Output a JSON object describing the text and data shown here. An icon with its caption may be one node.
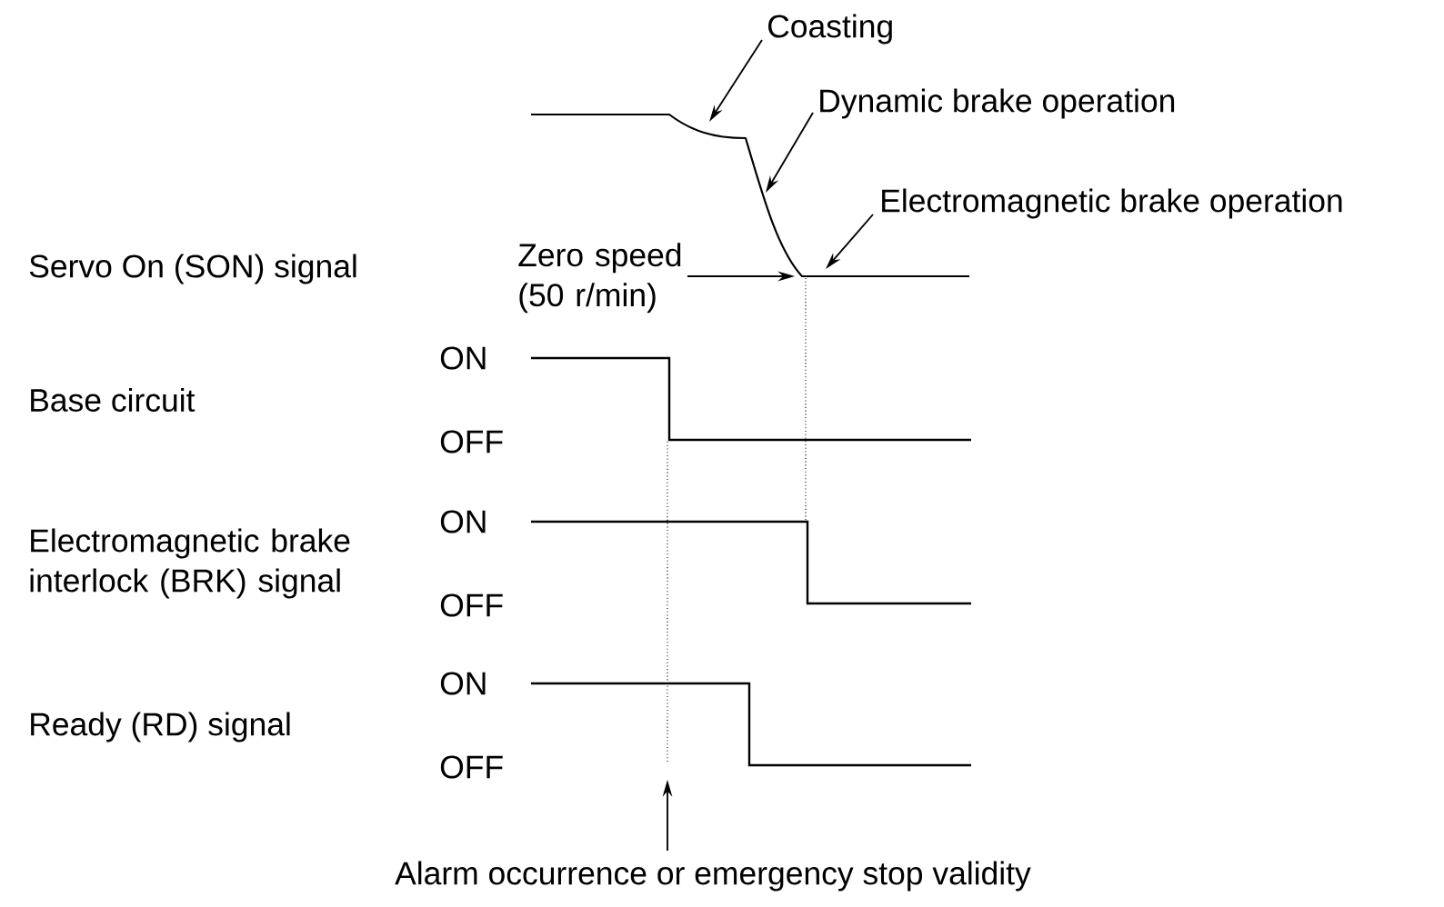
{
  "diagram": {
    "nodes": [
      {
        "text": [
          "Coasting"
        ]
      },
      {
        "text": [
          "Dynamic brake operation"
        ]
      },
      {
        "text": [
          "Electromagnetic brake operation"
        ]
      },
      {
        "text": [
          "Zero speed (50 r/min)"
        ]
      },
      {
        "text": [
          "Alarm occurrence or emergency stop validity"
        ]
      },
      {
        "text": [],
        "shape": "curve"
      }
    ],
    "edges": [
      {
        "from": 0,
        "to": 5,
        "arrow": "to"
      },
      {
        "from": 1,
        "to": 5,
        "arrow": "to"
      },
      {
        "from": 2,
        "to": 5,
        "arrow": "to"
      },
      {
        "from": 3,
        "to": 5,
        "arrow": "to"
      },
      {
        "from": 4,
        "to": null,
        "arrow": "to"
      }
    ],
    "labels": [
      "Servo On (SON) signal",
      "ON",
      "Base circuit",
      "OFF",
      "Electromagnetic brake interlock (BRK) signal",
      "ON",
      "OFF",
      "ON",
      "Ready (RD) signal",
      "OFF"
    ]
  }
}
